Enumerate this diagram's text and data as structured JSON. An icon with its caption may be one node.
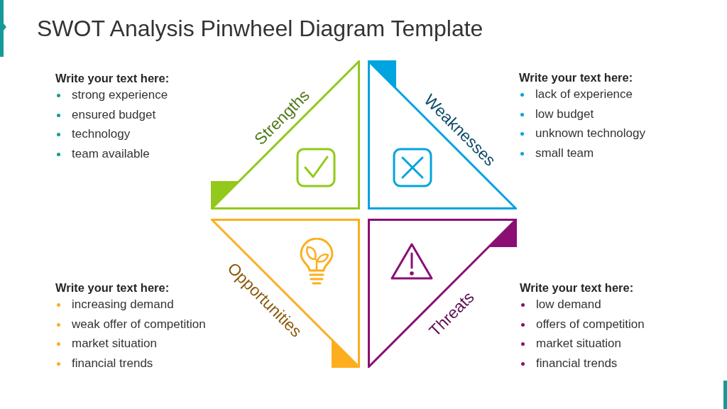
{
  "diagram": {
    "title": "SWOT Analysis Pinwheel Diagram Template",
    "nodes": [
      {
        "text": [
          "Strengths"
        ],
        "beside": [
          "Write your text here:",
          "strong experience",
          "ensured budget",
          "technology",
          "team available"
        ]
      },
      {
        "text": [
          "Weaknesses"
        ],
        "beside": [
          "Write your text here:",
          "lack of experience",
          "low budget",
          "unknown technology",
          "small team"
        ]
      },
      {
        "text": [
          "Opportunities"
        ],
        "beside": [
          "Write your text here:",
          "increasing demand",
          "weak offer of competition",
          "market situation",
          "financial trends"
        ]
      },
      {
        "text": [
          "Threats"
        ],
        "beside": [
          "Write your text here:",
          "low demand",
          "offers of competition",
          "market situation",
          "financial trends"
        ]
      }
    ]
  }
}
